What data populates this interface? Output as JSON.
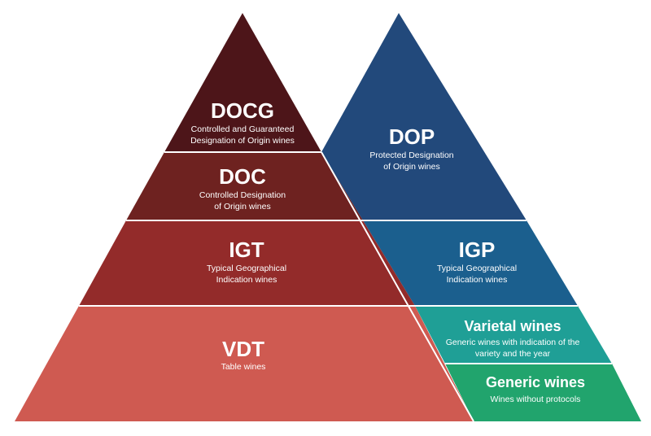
{
  "left_pyramid": {
    "tiers": [
      {
        "key": "docg",
        "title": "DOCG",
        "desc": [
          "Controlled and Guaranteed",
          "Designation of Origin wines"
        ],
        "color": "#4d1519"
      },
      {
        "key": "doc",
        "title": "DOC",
        "desc": [
          "Controlled Designation",
          "of Origin wines"
        ],
        "color": "#6e2220"
      },
      {
        "key": "igt",
        "title": "IGT",
        "desc": [
          "Typical Geographical",
          "Indication wines"
        ],
        "color": "#932b2a"
      },
      {
        "key": "vdt",
        "title": "VDT",
        "desc": [
          "Table wines"
        ],
        "color": "#cf5a51"
      }
    ]
  },
  "right_pyramid": {
    "tiers": [
      {
        "key": "dop",
        "title": "DOP",
        "desc": [
          "Protected Designation",
          "of Origin wines"
        ],
        "color": "#22497b"
      },
      {
        "key": "igp",
        "title": "IGP",
        "desc": [
          "Typical Geographical",
          "Indication wines"
        ],
        "color": "#1b5f8e"
      },
      {
        "key": "varietal",
        "title": "Varietal wines",
        "desc": [
          "Generic wines with indication of the",
          "variety and the year"
        ],
        "color": "#1f9f96"
      },
      {
        "key": "generic",
        "title": "Generic wines",
        "desc": [
          "Wines without protocols"
        ],
        "color": "#21a46d"
      }
    ]
  }
}
